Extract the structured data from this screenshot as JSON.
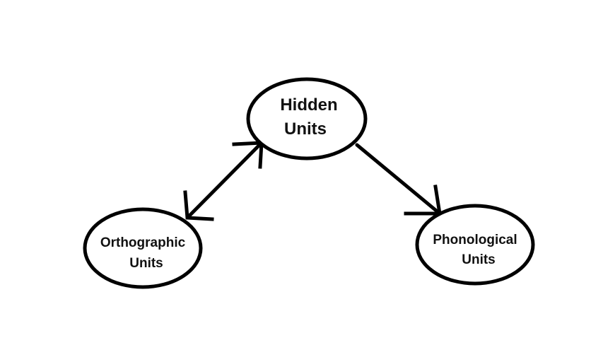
{
  "colors": {
    "background": "#ffffff",
    "stroke": "#000000",
    "text": "#111111"
  },
  "nodes": {
    "hidden": {
      "line1": "Hidden",
      "line2": "Units"
    },
    "orthographic": {
      "line1": "Orthographic",
      "line2": "Units"
    },
    "phonological": {
      "line1": "Phonological",
      "line2": "Units"
    }
  },
  "edges": [
    {
      "from": "orthographic",
      "to": "hidden",
      "direction": "bidirectional"
    },
    {
      "from": "hidden",
      "to": "phonological",
      "direction": "forward"
    }
  ]
}
